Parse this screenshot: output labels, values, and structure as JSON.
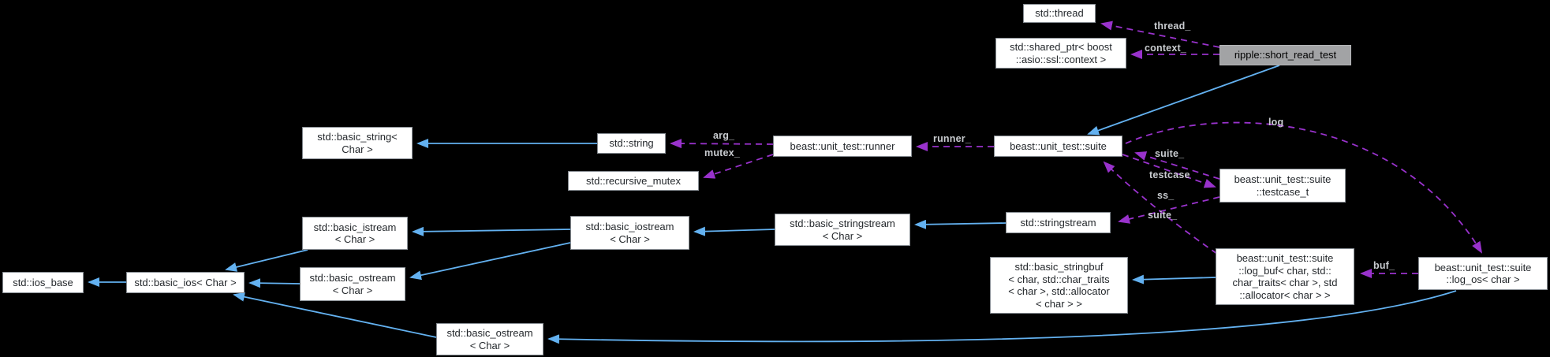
{
  "diagram": {
    "type": "collaboration-graph",
    "highlighted_node": "ripple::short_read_test",
    "colors": {
      "background": "#000000",
      "node_fill": "#ffffff",
      "node_border": "#868c92",
      "node_text": "#24282c",
      "highlight_fill": "#a2a3a5",
      "inheritance_edge": "#63b1f0",
      "usage_edge": "#9932cc",
      "edge_label_text": "#c9ccd0"
    },
    "nodes": {
      "thread": {
        "label": "std::thread"
      },
      "shared_ptr": {
        "label": "std::shared_ptr< boost\n::asio::ssl::context >"
      },
      "short_read_test": {
        "label": "ripple::short_read_test"
      },
      "basic_string": {
        "label": "std::basic_string<\nChar >"
      },
      "string": {
        "label": "std::string"
      },
      "recursive_mutex": {
        "label": "std::recursive_mutex"
      },
      "runner": {
        "label": "beast::unit_test::runner"
      },
      "suite": {
        "label": "beast::unit_test::suite"
      },
      "testcase_t": {
        "label": "beast::unit_test::suite\n::testcase_t"
      },
      "basic_istream": {
        "label": "std::basic_istream\n< Char >"
      },
      "basic_iostream": {
        "label": "std::basic_iostream\n< Char >"
      },
      "basic_stringstream": {
        "label": "std::basic_stringstream\n< Char >"
      },
      "stringstream": {
        "label": "std::stringstream"
      },
      "ios_base": {
        "label": "std::ios_base"
      },
      "basic_ios": {
        "label": "std::basic_ios< Char >"
      },
      "basic_ostream_mid": {
        "label": "std::basic_ostream\n< Char >"
      },
      "basic_stringbuf": {
        "label": "std::basic_stringbuf\n< char, std::char_traits\n< char >, std::allocator\n< char > >"
      },
      "log_buf": {
        "label": "beast::unit_test::suite\n::log_buf< char, std::\nchar_traits< char >, std\n::allocator< char > >"
      },
      "log_os": {
        "label": "beast::unit_test::suite\n::log_os< char >"
      },
      "basic_ostream_bottom": {
        "label": "std::basic_ostream\n< Char >"
      }
    },
    "edge_labels": {
      "thread": "thread_",
      "context": "context_",
      "arg": "arg_",
      "mutex": "mutex_",
      "runner": "runner_",
      "log": "log",
      "suite_from_testcase": "suite_",
      "testcase": "testcase",
      "ss": "ss_",
      "suite_from_log_buf": "suite_",
      "buf": "buf_"
    },
    "edges": {
      "inheritance": [
        {
          "from": "short_read_test",
          "to": "suite"
        },
        {
          "from": "string",
          "to": "basic_string"
        },
        {
          "from": "stringstream",
          "to": "basic_stringstream"
        },
        {
          "from": "basic_stringstream",
          "to": "basic_iostream"
        },
        {
          "from": "basic_iostream",
          "to": "basic_istream"
        },
        {
          "from": "basic_iostream",
          "to": "basic_ostream_mid"
        },
        {
          "from": "basic_istream",
          "to": "basic_ios"
        },
        {
          "from": "basic_ostream_mid",
          "to": "basic_ios"
        },
        {
          "from": "basic_ios",
          "to": "ios_base"
        },
        {
          "from": "basic_ostream_bottom",
          "to": "basic_ios"
        },
        {
          "from": "log_buf",
          "to": "basic_stringbuf"
        },
        {
          "from": "log_os",
          "to": "basic_ostream_bottom"
        }
      ],
      "usage": [
        {
          "from": "short_read_test",
          "to": "thread",
          "label": "thread_"
        },
        {
          "from": "short_read_test",
          "to": "shared_ptr",
          "label": "context_"
        },
        {
          "from": "runner",
          "to": "string",
          "label": "arg_"
        },
        {
          "from": "runner",
          "to": "recursive_mutex",
          "label": "mutex_"
        },
        {
          "from": "suite",
          "to": "runner",
          "label": "runner_"
        },
        {
          "from": "suite",
          "to": "log_os",
          "label": "log"
        },
        {
          "from": "testcase_t",
          "to": "suite",
          "label": "suite_"
        },
        {
          "from": "suite",
          "to": "testcase_t",
          "label": "testcase"
        },
        {
          "from": "testcase_t",
          "to": "stringstream",
          "label": "ss_"
        },
        {
          "from": "log_buf",
          "to": "suite",
          "label": "suite_"
        },
        {
          "from": "log_os",
          "to": "log_buf",
          "label": "buf_"
        }
      ]
    }
  }
}
